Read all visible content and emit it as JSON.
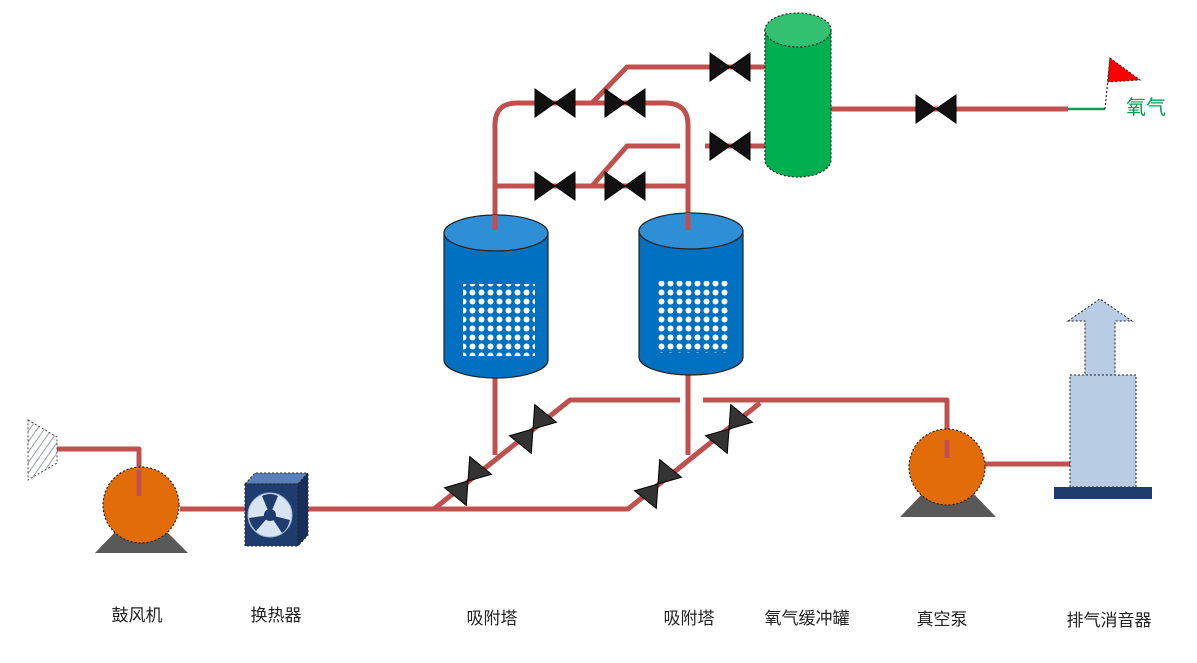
{
  "labels": {
    "blower": "鼓风机",
    "heat_exchanger": "换热器",
    "tower_a": "吸附塔",
    "tower_b": "吸附塔",
    "buffer_tank": "氧气缓冲罐",
    "vacuum_pump": "真空泵",
    "muffler": "排气消音器",
    "oxygen_outlet": "氧气"
  },
  "colors": {
    "pipe": "#c0504d",
    "tower": "#0070c0",
    "tower_top": "#2e8fd6",
    "buffer_tank": "#00b050",
    "buffer_tank_top": "#33c070",
    "pump": "#e36c0a",
    "pump_base": "#595959",
    "heat_exchanger": "#1f3c6e",
    "muffler": "#b8cce4",
    "muffler_base": "#1f3c6e",
    "valve": "#111111",
    "flag": "#ff0000",
    "outlet_text": "#00a050"
  },
  "icons": [
    "blower-pump-icon",
    "heat-exchanger-fan-icon",
    "valve-icon",
    "intake-filter-icon",
    "outlet-flag-icon",
    "exhaust-arrow-icon"
  ]
}
